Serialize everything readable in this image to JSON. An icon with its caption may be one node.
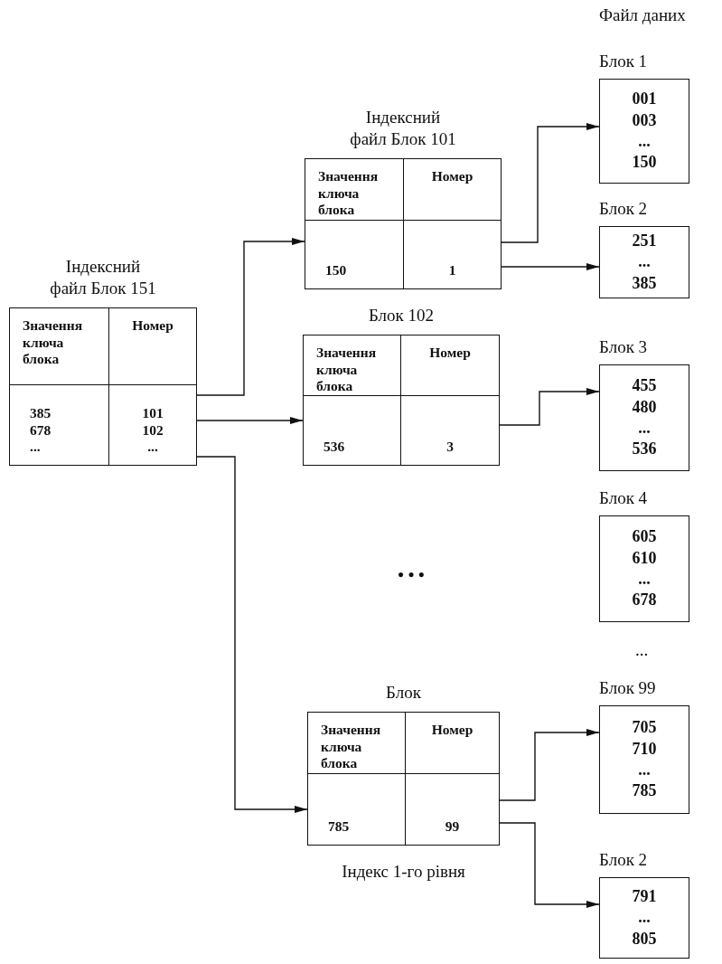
{
  "diagram": {
    "nodes": [
      {
        "text": [
          "Індексний файл Блок 151",
          "Значення ключа блока",
          "Номер",
          "385 678 ...",
          "101 102 ..."
        ]
      },
      {
        "text": [
          "Індексний файл Блок 101",
          "Значення ключа блока",
          "Номер",
          "150",
          "1"
        ]
      },
      {
        "text": [
          "Блок 102",
          "Значення ключа блока",
          "Номер",
          "536",
          "3"
        ]
      },
      {
        "text": [
          "Блок",
          "Значення ключа блока",
          "Номер",
          "785",
          "99"
        ],
        "beside": [
          "Індекс 1-го рівня"
        ]
      },
      {
        "text": [
          "Блок 1",
          "001 003 ... 150"
        ]
      },
      {
        "text": [
          "Блок 2",
          "251 ... 385"
        ]
      },
      {
        "text": [
          "Блок 3",
          "455 480 ... 536"
        ]
      },
      {
        "text": [
          "Блок 4",
          "605 610 ... 678"
        ]
      },
      {
        "text": [
          "Блок 99",
          "705 710 ... 785"
        ]
      },
      {
        "text": [
          "Блок 2",
          "791 ... 805"
        ]
      }
    ],
    "edges": [
      {
        "from": 0,
        "to": 1,
        "arrow": "to"
      },
      {
        "from": 0,
        "to": 2,
        "arrow": "to"
      },
      {
        "from": 0,
        "to": 3,
        "arrow": "to"
      },
      {
        "from": 1,
        "to": 4,
        "arrow": "to"
      },
      {
        "from": 1,
        "to": 5,
        "arrow": "to"
      },
      {
        "from": 2,
        "to": 6,
        "arrow": "to"
      },
      {
        "from": 3,
        "to": 8,
        "arrow": "to"
      },
      {
        "from": 3,
        "to": 9,
        "arrow": "to"
      }
    ],
    "labels": [
      "Файл даних",
      "• • •",
      "..."
    ]
  }
}
